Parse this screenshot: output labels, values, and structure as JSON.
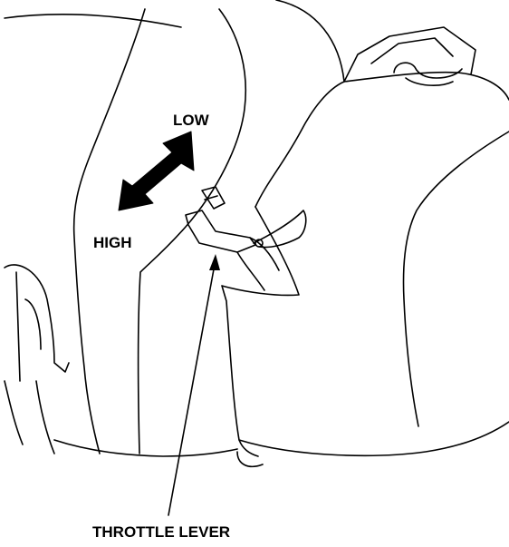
{
  "labels": {
    "low": "LOW",
    "high": "HIGH",
    "throttle_lever": "THROTTLE LEVER"
  },
  "colors": {
    "line": "#000000",
    "background": "#ffffff"
  }
}
